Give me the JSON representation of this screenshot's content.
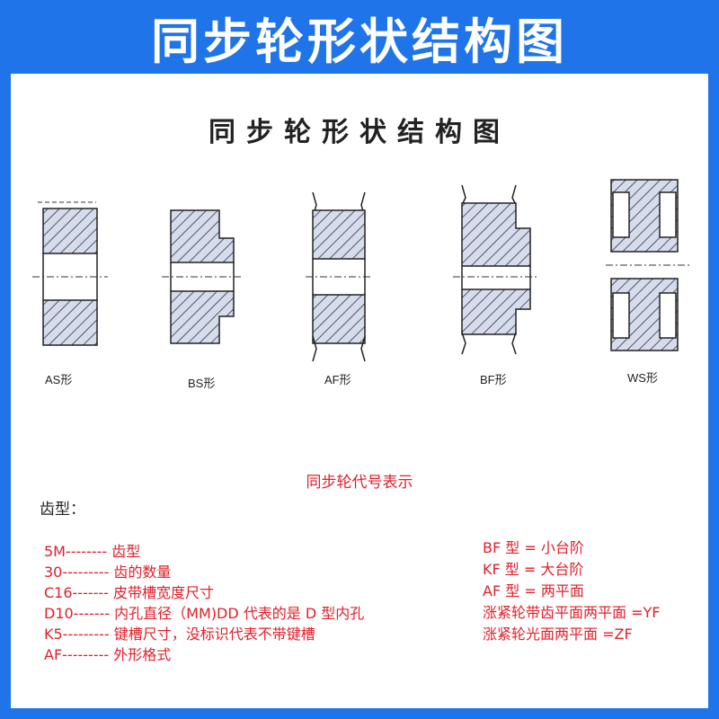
{
  "banner": {
    "title": "同步轮形状结构图"
  },
  "diagram": {
    "title": "同步轮形状结构图",
    "shapes": [
      {
        "label": "AS形"
      },
      {
        "label": "BS形"
      },
      {
        "label": "AF形"
      },
      {
        "label": "BF形"
      },
      {
        "label": "WS形"
      }
    ]
  },
  "code_section": {
    "title": "同步轮代号表示",
    "teeth_label": "齿型：",
    "codes": [
      "5M-------- 齿型",
      "30--------- 齿的数量",
      "C16------- 皮带槽宽度尺寸",
      "D10------- 内孔直径（MM)DD 代表的是 D 型内孔",
      "K5--------- 键槽尺寸，没标识代表不带键槽",
      "AF--------- 外形格式"
    ],
    "types": [
      "BF 型 = 小台阶",
      "KF 型 = 大台阶",
      "AF 型 = 两平面",
      "涨紧轮带齿平面两平面 =YF",
      "涨紧轮光面两平面 =ZF"
    ]
  },
  "colors": {
    "frame": "#1e74e8",
    "accent_text": "#e0202a",
    "hatch_fill": "#d6dcea"
  }
}
